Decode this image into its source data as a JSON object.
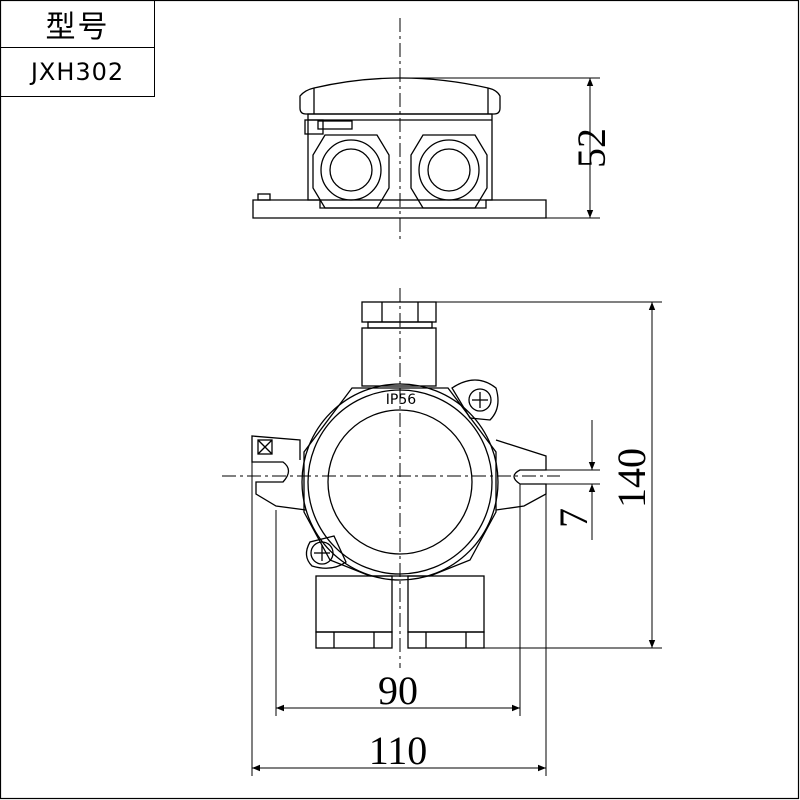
{
  "title_block": {
    "model_label": "型号",
    "model_value": "JXH302"
  },
  "drawing": {
    "ip_rating": "IP56",
    "dimensions": {
      "height_top_view": "52",
      "overall_height": "140",
      "mount_slot": "7",
      "mount_spacing": "90",
      "overall_width": "110"
    }
  },
  "colors": {
    "line": "#000000",
    "background": "#ffffff"
  }
}
